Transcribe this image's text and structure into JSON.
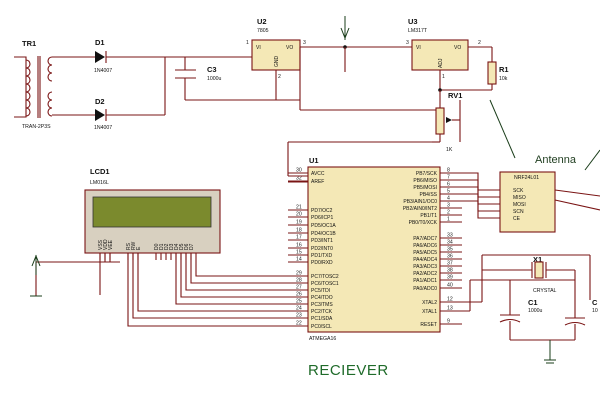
{
  "title": "RECIEVER",
  "antenna_label": "Antenna",
  "components": {
    "tr1": {
      "ref": "TR1",
      "value": "TRAN-2P3S"
    },
    "d1": {
      "ref": "D1",
      "value": "1N4007"
    },
    "d2": {
      "ref": "D2",
      "value": "1N4007"
    },
    "c3": {
      "ref": "C3",
      "value": "1000u"
    },
    "u2": {
      "ref": "U2",
      "value": "7805",
      "pins": {
        "vi": "VI",
        "vo": "VO",
        "gnd": "GND"
      },
      "pin_numbers": {
        "vi": "1",
        "vo": "3",
        "gnd": "2"
      }
    },
    "u3": {
      "ref": "U3",
      "value": "LM317T",
      "pins": {
        "vi": "VI",
        "vo": "VO",
        "adj": "ADJ"
      },
      "pin_numbers": {
        "vi": "3",
        "vo": "2",
        "adj": "1"
      }
    },
    "r1": {
      "ref": "R1",
      "value": "10k"
    },
    "rv1": {
      "ref": "RV1",
      "value": "1K"
    },
    "lcd1": {
      "ref": "LCD1",
      "value": "LM016L",
      "pins": [
        "VSS",
        "VDD",
        "VEE",
        "RS",
        "RW",
        "E",
        "D0",
        "D1",
        "D2",
        "D3",
        "D4",
        "D5",
        "D6",
        "D7"
      ]
    },
    "u1": {
      "ref": "U1",
      "value": "ATMEGA16",
      "left_pins": [
        {
          "num": "30",
          "name": "AVCC"
        },
        {
          "num": "32",
          "name": "AREF"
        },
        {
          "num": "21",
          "name": "PD7/OC2"
        },
        {
          "num": "20",
          "name": "PD6/ICP1"
        },
        {
          "num": "19",
          "name": "PD5/OC1A"
        },
        {
          "num": "18",
          "name": "PD4/OC1B"
        },
        {
          "num": "17",
          "name": "PD3/INT1"
        },
        {
          "num": "16",
          "name": "PD2/INT0"
        },
        {
          "num": "15",
          "name": "PD1/TXD"
        },
        {
          "num": "14",
          "name": "PD0/RXD"
        },
        {
          "num": "29",
          "name": "PC7/TOSC2"
        },
        {
          "num": "28",
          "name": "PC6/TOSC1"
        },
        {
          "num": "27",
          "name": "PC5/TDI"
        },
        {
          "num": "26",
          "name": "PC4/TDO"
        },
        {
          "num": "25",
          "name": "PC3/TMS"
        },
        {
          "num": "24",
          "name": "PC2/TCK"
        },
        {
          "num": "23",
          "name": "PC1/SDA"
        },
        {
          "num": "22",
          "name": "PC0/SCL"
        }
      ],
      "right_pins": [
        {
          "num": "8",
          "name": "PB7/SCK"
        },
        {
          "num": "7",
          "name": "PB6/MISO"
        },
        {
          "num": "6",
          "name": "PB5/MOSI"
        },
        {
          "num": "5",
          "name": "PB4/SS"
        },
        {
          "num": "4",
          "name": "PB3/AIN1/OC0"
        },
        {
          "num": "3",
          "name": "PB2/AIN0/INT2"
        },
        {
          "num": "2",
          "name": "PB1/T1"
        },
        {
          "num": "1",
          "name": "PB0/T0/XCK"
        },
        {
          "num": "33",
          "name": "PA7/ADC7"
        },
        {
          "num": "34",
          "name": "PA6/ADC6"
        },
        {
          "num": "35",
          "name": "PA5/ADC5"
        },
        {
          "num": "36",
          "name": "PA4/ADC4"
        },
        {
          "num": "37",
          "name": "PA3/ADC3"
        },
        {
          "num": "38",
          "name": "PA2/ADC2"
        },
        {
          "num": "39",
          "name": "PA1/ADC1"
        },
        {
          "num": "40",
          "name": "PA0/ADC0"
        },
        {
          "num": "12",
          "name": "XTAL2"
        },
        {
          "num": "13",
          "name": "XTAL1"
        },
        {
          "num": "9",
          "name": "RESET"
        }
      ]
    },
    "nrf": {
      "value": "NRF24L01",
      "pins": [
        "SCK",
        "MISO",
        "MOSI",
        "SCN",
        "CE"
      ]
    },
    "x1": {
      "ref": "X1",
      "value": "CRYSTAL"
    },
    "c1": {
      "ref": "C1",
      "value": "1000u"
    },
    "c2": {
      "ref": "C",
      "value": "10"
    }
  },
  "colors": {
    "wire": "#7a1414",
    "component_body": "#f4e8b6",
    "lcd_screen": "#7b8a2d",
    "title": "#1f6b2a"
  }
}
